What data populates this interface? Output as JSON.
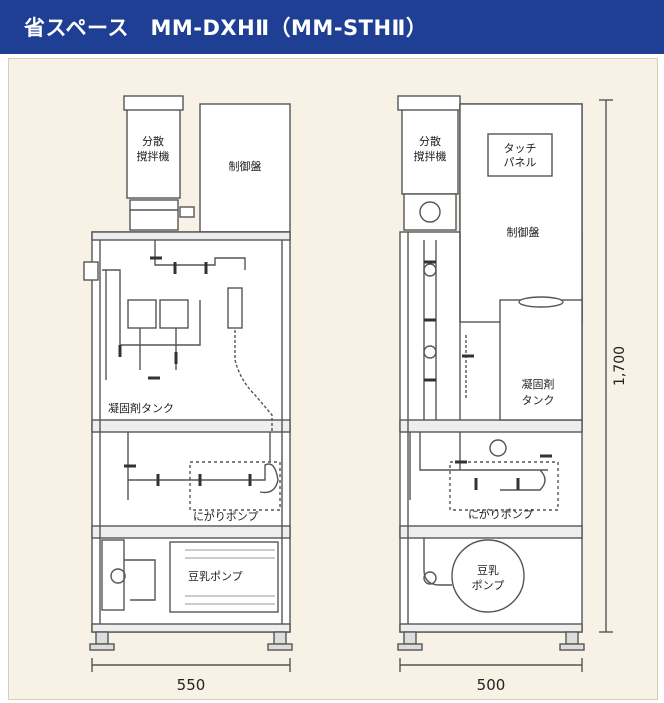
{
  "header": {
    "title": "省スペース　MM-DXHⅡ（MM-STHⅡ）",
    "bg_color": "#1f3f95",
    "text_color": "#ffffff"
  },
  "front_view": {
    "mixer_label_1": "分散",
    "mixer_label_2": "撹拌機",
    "control_panel_label": "制御盤",
    "coagulant_tank_label": "凝固剤タンク",
    "nigari_pump_label": "にがりポンプ",
    "soymilk_pump_label": "豆乳ポンプ",
    "width_dimension": "550"
  },
  "side_view": {
    "mixer_label_1": "分散",
    "mixer_label_2": "撹拌機",
    "touch_panel_label_1": "タッチ",
    "touch_panel_label_2": "パネル",
    "control_panel_label": "制御盤",
    "coagulant_tank_label_1": "凝固剤",
    "coagulant_tank_label_2": "タンク",
    "nigari_pump_label": "にがりポンプ",
    "soymilk_pump_label_1": "豆乳",
    "soymilk_pump_label_2": "ポンプ",
    "width_dimension": "500",
    "height_dimension": "1,700"
  },
  "colors": {
    "panel_bg": "#f8f1e5",
    "line": "#555555",
    "accent_navy": "#1f3f95"
  }
}
